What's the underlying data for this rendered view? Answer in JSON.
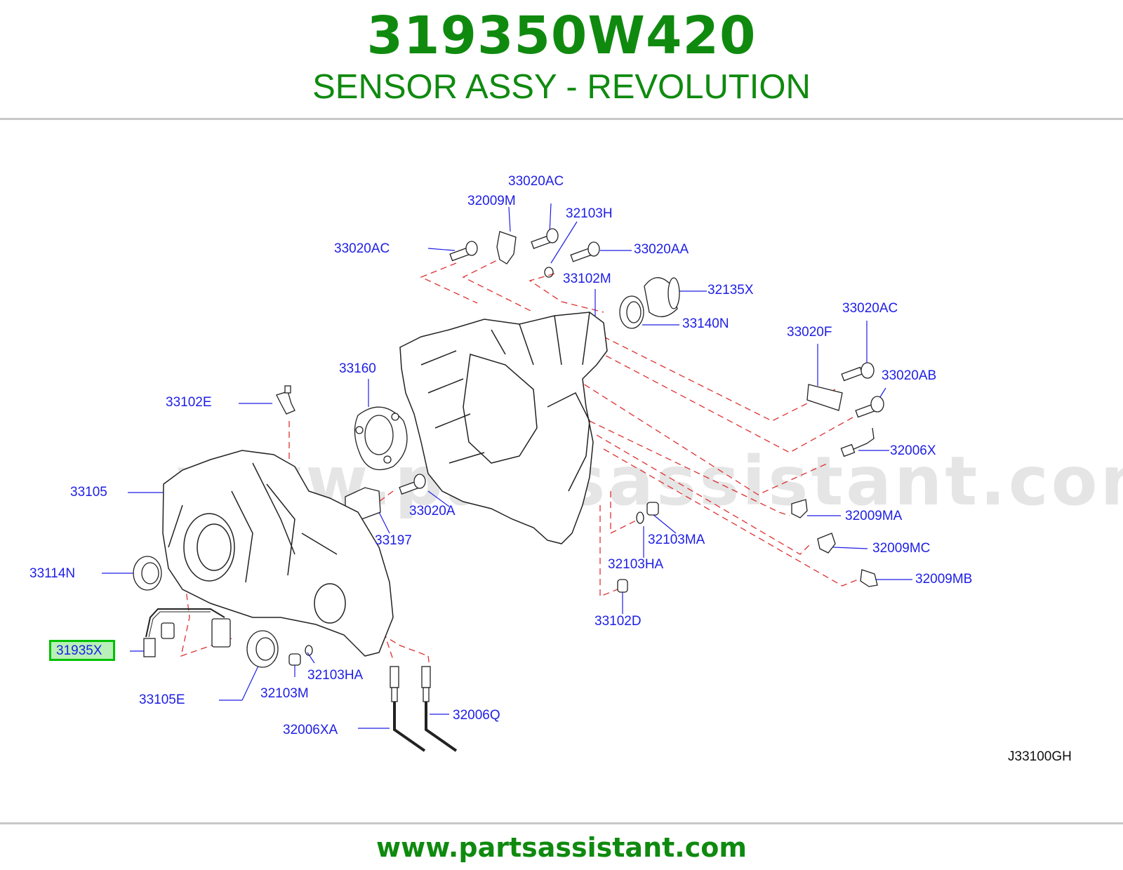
{
  "header": {
    "part_number": "319350W420",
    "part_name": "SENSOR ASSY - REVOLUTION"
  },
  "diagram": {
    "watermark": "www.partsassistant.com",
    "diagram_code": "J33100GH",
    "highlighted_part": "31935X",
    "callouts": {
      "c1": "33020AC",
      "c2": "32009M",
      "c3": "32103H",
      "c4": "33020AC",
      "c5": "33020AA",
      "c6": "33102M",
      "c7": "32135X",
      "c8": "33140N",
      "c9": "33020AC",
      "c10": "33020F",
      "c11": "33160",
      "c12": "33020AB",
      "c13": "33102E",
      "c14": "32006X",
      "c15": "33105",
      "c16": "33020A",
      "c17": "32009MA",
      "c18": "33197",
      "c19": "32103MA",
      "c20": "33114N",
      "c21": "32103HA",
      "c22": "32009MC",
      "c23": "32009MB",
      "c24": "33102D",
      "c25": "32103HA",
      "c26": "32103M",
      "c27": "33105E",
      "c28": "32006Q",
      "c29": "32006XA"
    }
  },
  "colors": {
    "title_green": "#0f8a0f",
    "label_blue": "#1e1ee6",
    "leader_red": "#e03030",
    "highlight_border": "#00c000"
  },
  "footer": {
    "url": "www.partsassistant.com"
  }
}
